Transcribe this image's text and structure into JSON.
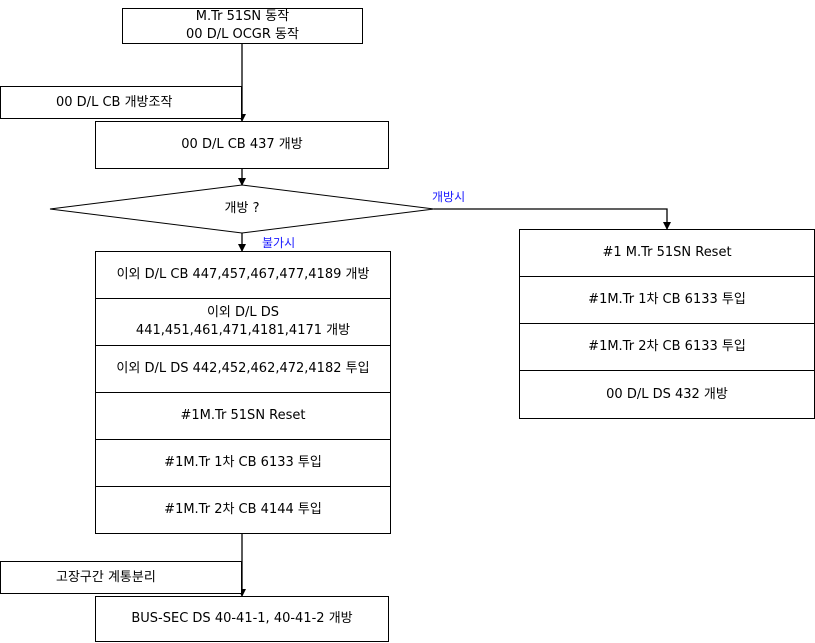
{
  "top_box": "M.Tr 51SN 동작\n00 D/L OCGR 동작",
  "side_box_1": "00 D/L CB 개방조작",
  "box_cb437": "00 D/L CB 437 개방",
  "decision": "개방 ?",
  "label_yes": "개방시",
  "label_no": "불가시",
  "left_steps": [
    "이외 D/L CB 447,457,467,477,4189  개방",
    "이외 D/L DS\n441,451,461,471,4181,4171   개방",
    "이외 D/L DS 442,452,462,472,4182 투입",
    "#1M.Tr 51SN Reset",
    "#1M.Tr 1차 CB 6133 투입",
    "#1M.Tr 2차 CB 4144 투입"
  ],
  "right_steps": [
    "#1 M.Tr 51SN Reset",
    "#1M.Tr 1차 CB 6133 투입",
    "#1M.Tr 2차 CB 6133 투입",
    "00 D/L DS 432 개방"
  ],
  "side_box_2": "고장구간 계통분리",
  "final_box": "BUS-SEC DS 40-41-1, 40-41-2 개방"
}
